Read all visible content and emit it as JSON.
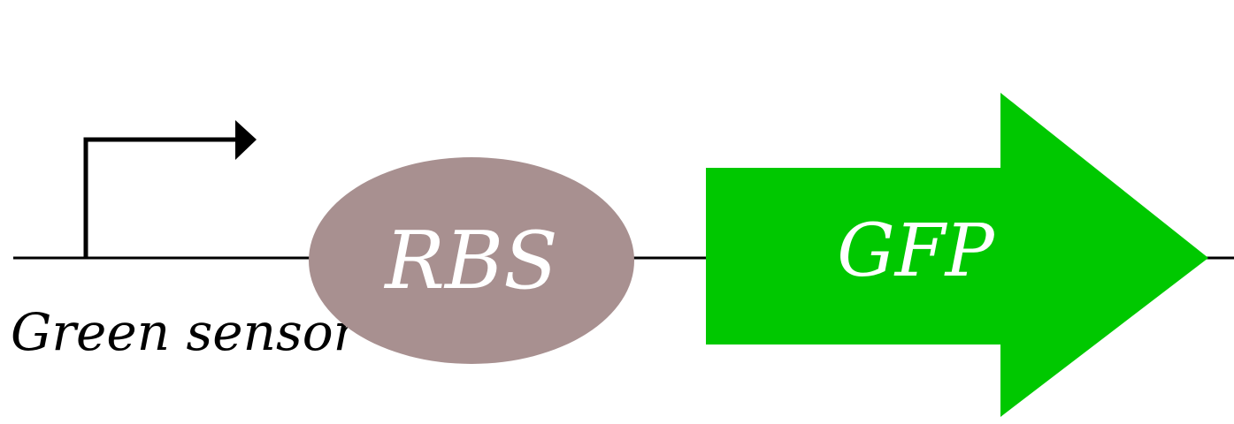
{
  "parts": {
    "promoter": {
      "label": "Green sensor",
      "icon": "promoter-arrow-icon"
    },
    "rbs": {
      "label": "RBS"
    },
    "gene": {
      "label": "GFP"
    }
  },
  "colors": {
    "backbone": "#000000",
    "promoter": "#000000",
    "rbs_fill": "#a89090",
    "rbs_text": "#ffffff",
    "gene_fill": "#00c800",
    "gene_text": "#ffffff",
    "label_text": "#000000"
  }
}
